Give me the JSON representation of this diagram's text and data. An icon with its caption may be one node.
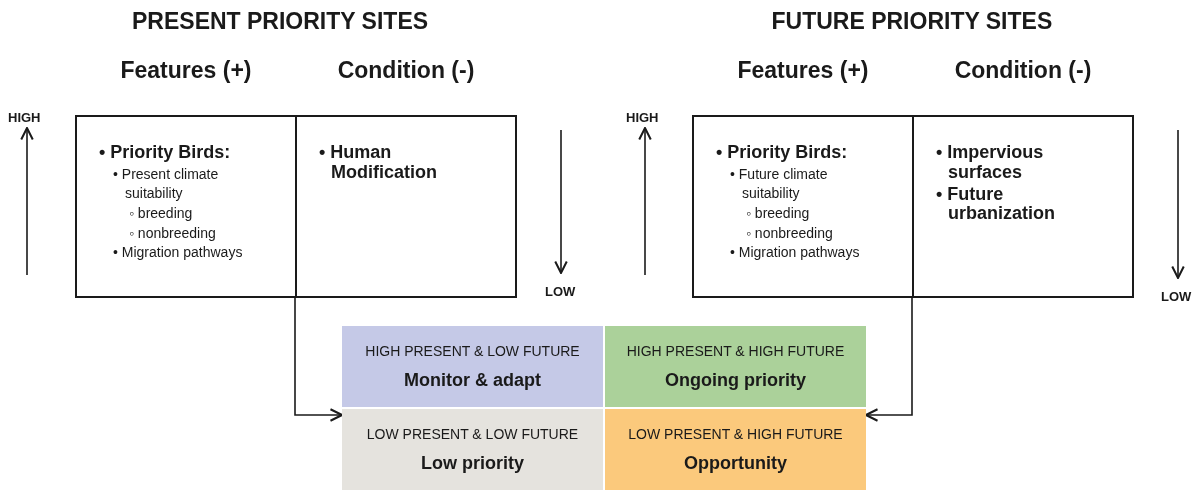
{
  "diagram": {
    "nodes": [
      {
        "text": [
          "Features (+)",
          "• Priority Birds:",
          "• Present climate suitability",
          "◦ breeding",
          "◦ nonbreeding",
          "• Migration pathways"
        ]
      },
      {
        "text": [
          "Condition (-)",
          "• Human Modification"
        ]
      },
      {
        "text": [
          "Features (+)",
          "• Priority Birds:",
          "• Future climate suitability",
          "◦ breeding",
          "◦ nonbreeding",
          "• Migration pathways"
        ]
      },
      {
        "text": [
          "Condition (-)",
          "• Impervious surfaces",
          "• Future urbanization"
        ]
      },
      {
        "text": [
          "HIGH PRESENT & LOW FUTURE",
          "Monitor & adapt"
        ]
      },
      {
        "text": [
          "HIGH PRESENT & HIGH FUTURE",
          "Ongoing priority"
        ]
      },
      {
        "text": [
          "LOW PRESENT & LOW FUTURE",
          "Low priority"
        ]
      },
      {
        "text": [
          "LOW PRESENT & HIGH FUTURE",
          "Opportunity"
        ]
      }
    ],
    "edges": [
      {
        "from": 1,
        "to": 6,
        "arrow": "to"
      },
      {
        "from": 3,
        "to": 7,
        "arrow": "to"
      }
    ],
    "labels": [
      "PRESENT PRIORITY SITES",
      "FUTURE PRIORITY SITES",
      "HIGH",
      "HIGH",
      "LOW",
      "LOW"
    ]
  }
}
